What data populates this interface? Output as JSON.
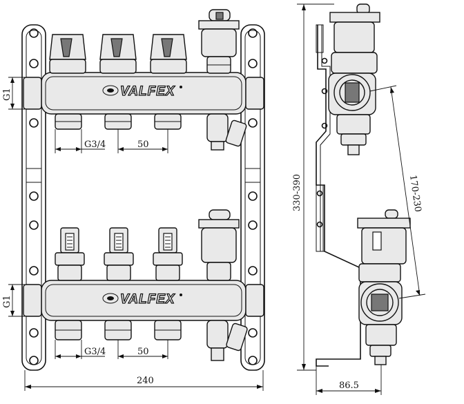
{
  "brand": "VALFEX",
  "front_view": {
    "thread_main": "G1",
    "thread_outlet": "G3/4",
    "outlet_spacing": "50",
    "overall_width": "240"
  },
  "side_view": {
    "overall_height": "330-390",
    "axis_distance": "170-230",
    "depth": "86.5"
  }
}
